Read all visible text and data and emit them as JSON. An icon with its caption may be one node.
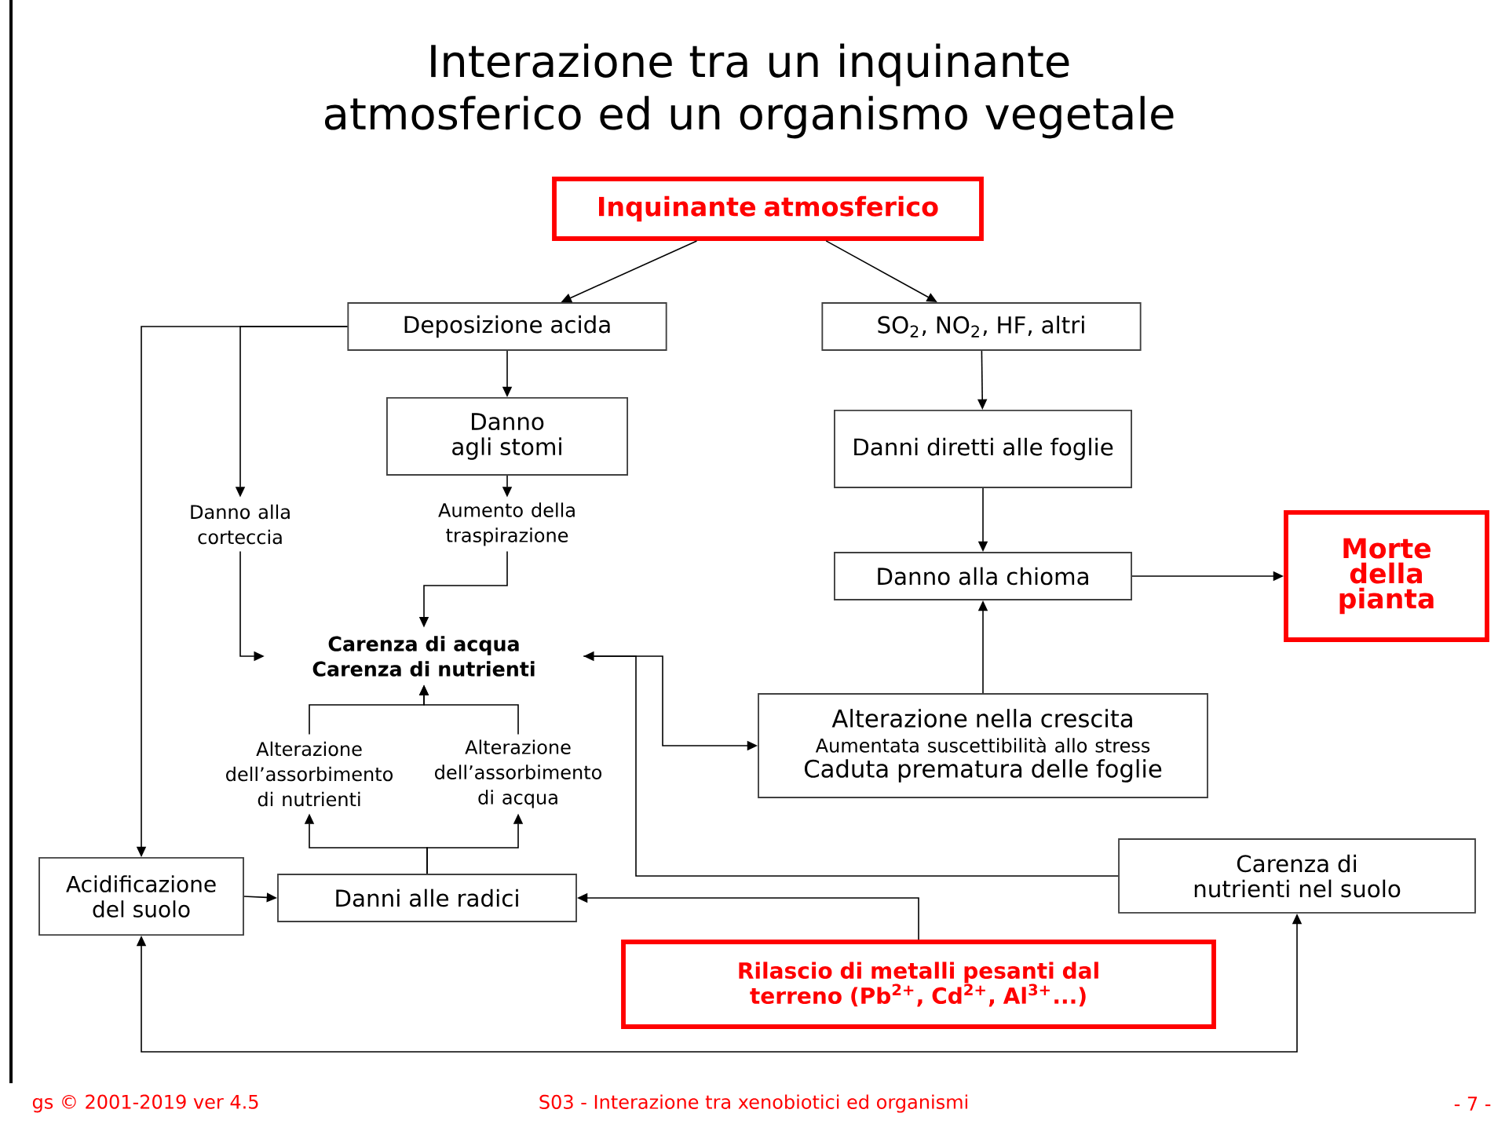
{
  "diagram": {
    "title": "Interazione tra un inquinante atmosferico ed un organismo vegetale",
    "nodes": [
      {
        "text": [
          "Inquinante atmosferico"
        ]
      },
      {
        "text": [
          "Deposizione acida"
        ]
      },
      {
        "text": [
          "SO$_{2}$, NO$_{2}$, HF, altri"
        ]
      },
      {
        "text": [
          "Danno agli stomi"
        ]
      },
      {
        "text": [
          "Danni diretti alle foglie"
        ]
      },
      {
        "text": [
          "Danno alla corteccia"
        ]
      },
      {
        "text": [
          "Aumento della traspirazione"
        ]
      },
      {
        "text": [
          "Danno alla chioma"
        ]
      },
      {
        "text": [
          "Morte della pianta"
        ]
      },
      {
        "text": [
          "Carenza di acqua",
          "Carenza di nutrienti"
        ]
      },
      {
        "text": [
          "Alterazione nella crescita",
          "Aumentata suscettibilità allo stress",
          "Caduta prematura delle foglie"
        ]
      },
      {
        "text": [
          "Alterazione dell’assorbimento di nutrienti"
        ]
      },
      {
        "text": [
          "Alterazione dell’assorbimento di acqua"
        ]
      },
      {
        "text": [
          "Acidificazione del suolo"
        ]
      },
      {
        "text": [
          "Danni alle radici"
        ]
      },
      {
        "text": [
          "Carenza di nutrienti nel suolo"
        ]
      },
      {
        "text": [
          "Rilascio di metalli pesanti dal terreno (Pb$^{2+}$, Cd$^{2+}$, Al$^{3+}$...)"
        ]
      }
    ],
    "edges": [
      {
        "from": 0,
        "to": 1,
        "arrow": "to"
      },
      {
        "from": 0,
        "to": 2,
        "arrow": "to"
      },
      {
        "from": 1,
        "to": 3,
        "arrow": "to"
      },
      {
        "from": 1,
        "to": 5,
        "arrow": "to"
      },
      {
        "from": 1,
        "to": 13,
        "arrow": "to"
      },
      {
        "from": 3,
        "to": 6,
        "arrow": "to"
      },
      {
        "from": 6,
        "to": 9,
        "arrow": "to"
      },
      {
        "from": 5,
        "to": 9,
        "arrow": "to"
      },
      {
        "from": 2,
        "to": 4,
        "arrow": "to"
      },
      {
        "from": 4,
        "to": 7,
        "arrow": "to"
      },
      {
        "from": 10,
        "to": 7,
        "arrow": "to"
      },
      {
        "from": 7,
        "to": 8,
        "arrow": "to"
      },
      {
        "from": 15,
        "to": 9,
        "arrow": "to"
      },
      {
        "from": 9,
        "to": 10,
        "arrow": "to"
      },
      {
        "from": 11,
        "to": 9,
        "arrow": "to"
      },
      {
        "from": 12,
        "to": 9,
        "arrow": "to"
      },
      {
        "from": 14,
        "to": 11,
        "arrow": "to"
      },
      {
        "from": 14,
        "to": 12,
        "arrow": "to"
      },
      {
        "from": 13,
        "to": 14,
        "arrow": "to"
      },
      {
        "from": 16,
        "to": 14,
        "arrow": "to"
      },
      {
        "from": 13,
        "to": 15,
        "arrow": "both"
      }
    ],
    "labels": [
      "gs © 2001-2019 ver 4.5",
      "S03 - Interazione tra xenobiotici ed organismi",
      "- 7 -"
    ]
  }
}
